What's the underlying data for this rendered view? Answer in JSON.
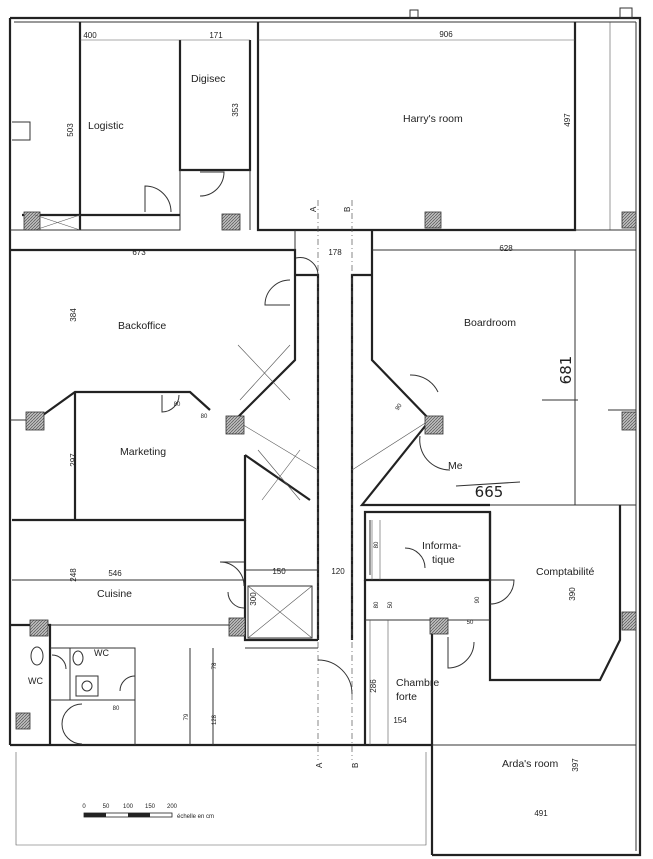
{
  "rooms": {
    "logistic": "Logistic",
    "digisec": "Digisec",
    "harrys_room": "Harry's room",
    "backoffice": "Backoffice",
    "boardroom": "Boardroom",
    "marketing": "Marketing",
    "informatique_1": "Informa-",
    "informatique_2": "tique",
    "comptabilite": "Comptabilité",
    "cuisine": "Cuisine",
    "wc_left": "WC",
    "wc_right": "WC",
    "chambre_forte_1": "Chambre",
    "chambre_forte_2": "forte",
    "ardas_room": "Arda's room",
    "me": "Me"
  },
  "dimensions": {
    "d400": "400",
    "d171": "171",
    "d906": "906",
    "d503": "503",
    "d353": "353",
    "d497": "497",
    "d673": "673",
    "d178": "178",
    "d628": "628",
    "d384": "384",
    "d297": "297",
    "d546": "546",
    "d248": "248",
    "d150": "150",
    "d120": "120",
    "d300": "300",
    "d390": "390",
    "d286": "286",
    "d154": "154",
    "d397": "397",
    "d491": "491",
    "d80a": "80",
    "d80b": "80",
    "d80c": "80",
    "d90": "90",
    "d80d": "80",
    "d50": "50",
    "d90b": "90",
    "d50b": "50",
    "d80e": "80",
    "d128": "128",
    "d78": "78",
    "d79": "79"
  },
  "handwritten": {
    "h681": "681",
    "h665": "665"
  },
  "section_marks": {
    "a_top": "A",
    "b_top": "B",
    "a_bottom": "A",
    "b_bottom": "B"
  },
  "scale": {
    "t0": "0",
    "t50": "50",
    "t100": "100",
    "t150": "150",
    "t200": "200",
    "caption": "échelle en cm"
  }
}
